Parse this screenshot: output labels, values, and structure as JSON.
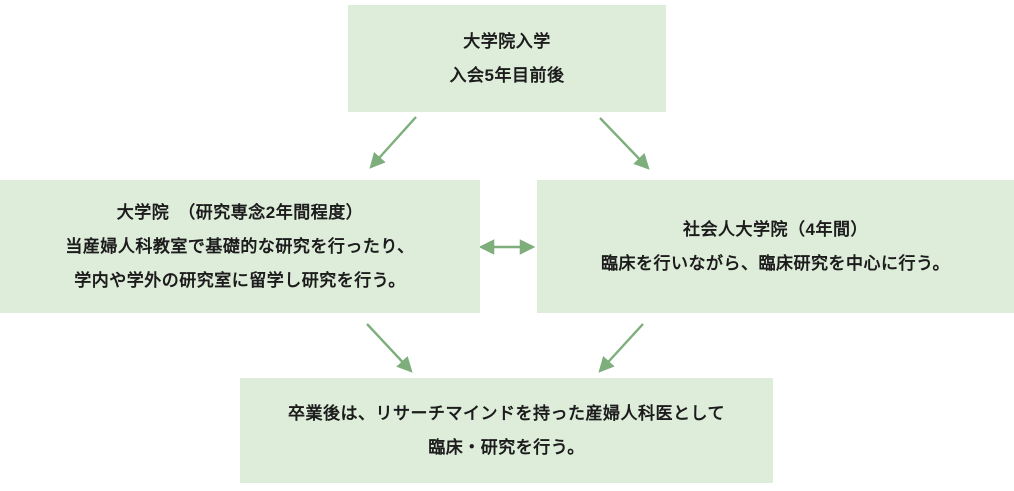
{
  "diagram": {
    "type": "flowchart",
    "colors": {
      "background": "#ffffff",
      "box_fill": "#deecda",
      "arrow": "#7dae7b",
      "text": "#1c1c1c"
    },
    "nodes": {
      "entry": {
        "lines": [
          "大学院入学",
          "入会5年目前後"
        ]
      },
      "grad": {
        "lines": [
          "大学院　（研究専念2年間程度）",
          "当産婦人科教室で基礎的な研究を行ったり、",
          "学内や学外の研究室に留学し研究を行う。"
        ]
      },
      "working": {
        "lines": [
          "社会人大学院（4年間）",
          "臨床を行いながら、臨床研究を中心に行う。"
        ]
      },
      "outcome": {
        "lines": [
          "卒業後は、リサーチマインドを持った産婦人科医として",
          "臨床・研究を行う。"
        ]
      }
    },
    "edges": [
      {
        "from": "entry",
        "to": "grad",
        "type": "arrow"
      },
      {
        "from": "entry",
        "to": "working",
        "type": "arrow"
      },
      {
        "from": "grad",
        "to": "working",
        "type": "double-arrow"
      },
      {
        "from": "grad",
        "to": "outcome",
        "type": "arrow"
      },
      {
        "from": "working",
        "to": "outcome",
        "type": "arrow"
      }
    ]
  }
}
